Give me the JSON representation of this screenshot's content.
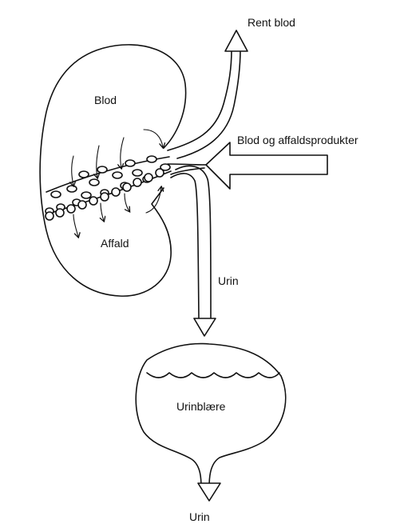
{
  "labels": {
    "rent_blod": "Rent blod",
    "blod": "Blod",
    "blod_og_affald": "Blod og affaldsprodukter",
    "affald": "Affald",
    "urin_ureter": "Urin",
    "urinblaere": "Urinblære",
    "urin_out": "Urin"
  }
}
